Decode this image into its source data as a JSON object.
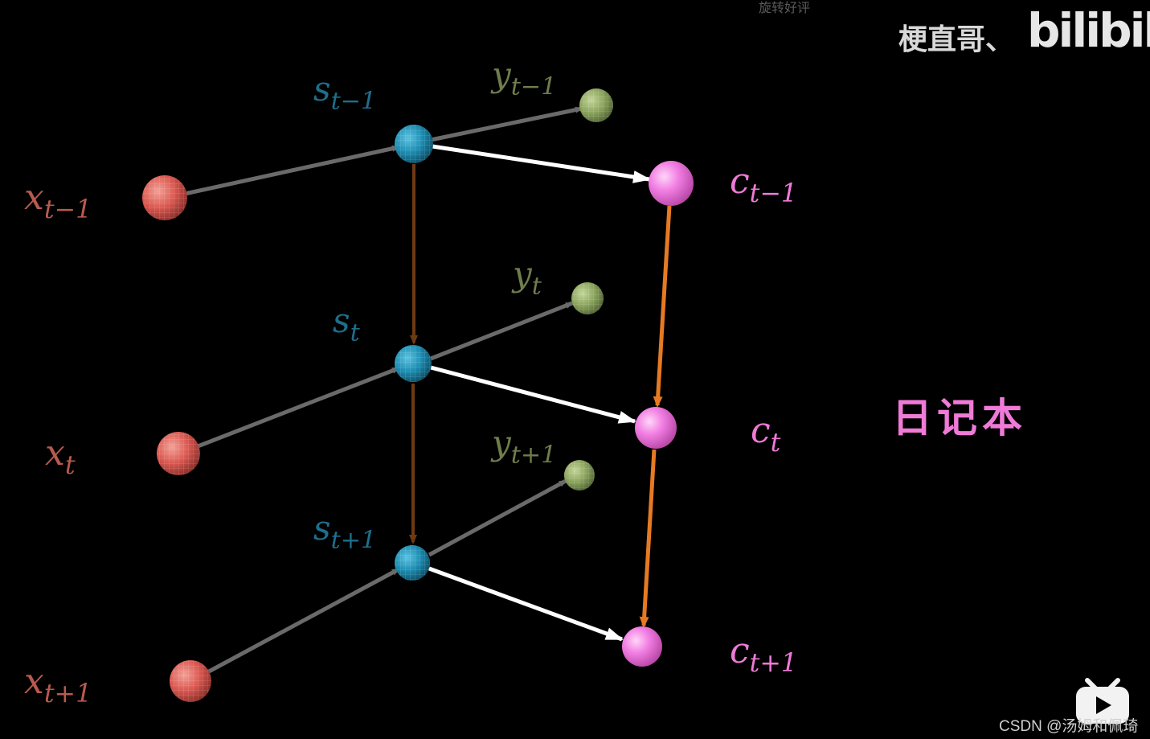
{
  "header": {
    "caption": "旋转好评",
    "uploader": "梗直哥、",
    "logo": "bilibili"
  },
  "nodes": {
    "x": [
      {
        "base": "x",
        "sub": "t−1"
      },
      {
        "base": "x",
        "sub": "t"
      },
      {
        "base": "x",
        "sub": "t+1"
      }
    ],
    "s": [
      {
        "base": "s",
        "sub": "t−1"
      },
      {
        "base": "s",
        "sub": "t"
      },
      {
        "base": "s",
        "sub": "t+1"
      }
    ],
    "y": [
      {
        "base": "y",
        "sub": "t−1"
      },
      {
        "base": "y",
        "sub": "t"
      },
      {
        "base": "y",
        "sub": "t+1"
      }
    ],
    "c": [
      {
        "base": "c",
        "sub": "t−1"
      },
      {
        "base": "c",
        "sub": "t"
      },
      {
        "base": "c",
        "sub": "t+1"
      }
    ]
  },
  "notebook_label": "日记本",
  "footer": {
    "watermark": "CSDN @汤姆和佩琦"
  },
  "colors": {
    "x_node": "#d9574f",
    "s_node": "#1b8bb0",
    "y_node": "#8aa35c",
    "c_node": "#f27fe3",
    "input_edge": "#6a6a6a",
    "s_chain": "#6e3a12",
    "c_chain": "#e67a22",
    "link": "#ffffff"
  }
}
